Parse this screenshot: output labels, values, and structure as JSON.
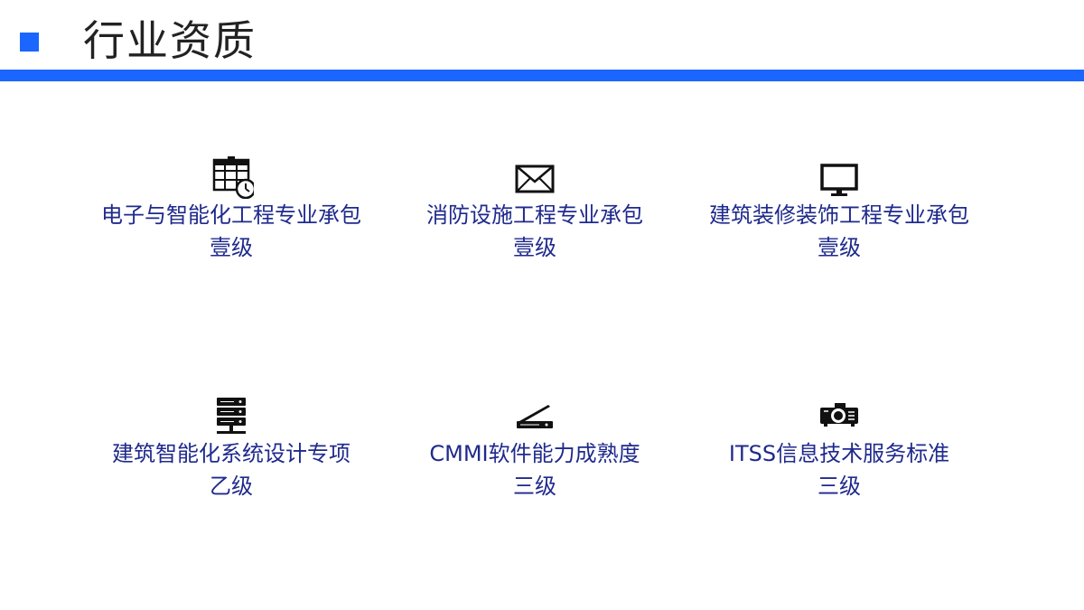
{
  "page": {
    "title": "行业资质"
  },
  "certificates": [
    {
      "icon": "calendar-clock-icon",
      "line1": "电子与智能化工程专业承包",
      "line2": "壹级"
    },
    {
      "icon": "envelope-icon",
      "line1": "消防设施工程专业承包",
      "line2": "壹级"
    },
    {
      "icon": "monitor-icon",
      "line1": "建筑装修装饰工程专业承包",
      "line2": "壹级"
    },
    {
      "icon": "server-icon",
      "line1": "建筑智能化系统设计专项",
      "line2": "乙级"
    },
    {
      "icon": "scanner-icon",
      "line1": "CMMI软件能力成熟度",
      "line2": "三级"
    },
    {
      "icon": "projector-icon",
      "line1": "ITSS信息技术服务标准",
      "line2": "三级"
    }
  ],
  "colors": {
    "accent": "#1a66ff",
    "text": "#1f2a8c",
    "title": "#222222"
  }
}
